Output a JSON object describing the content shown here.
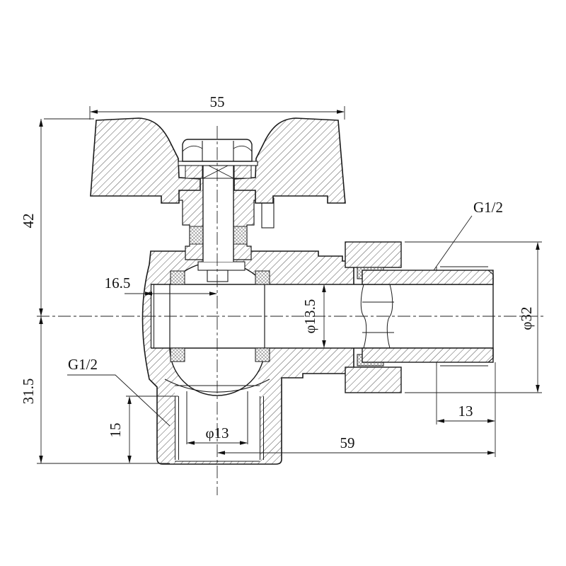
{
  "drawing": {
    "dim_55": "55",
    "dim_42": "42",
    "dim_31_5": "31.5",
    "dim_16_5": "16.5",
    "dia_13_5": "φ13.5",
    "dia_32": "φ32",
    "dim_13": "13",
    "dim_59": "59",
    "dim_15": "15",
    "dia_13": "φ13",
    "thread_right": "G1/2",
    "thread_bottom": "G1/2"
  }
}
